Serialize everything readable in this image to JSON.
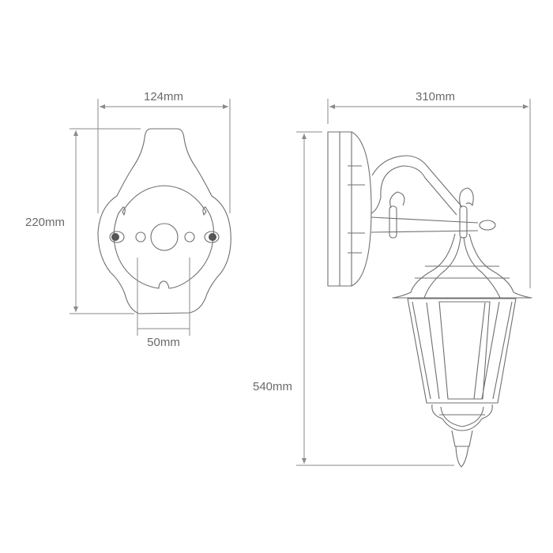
{
  "dimensions": {
    "plate_width": "124mm",
    "plate_height": "220mm",
    "hole_spacing": "50mm",
    "projection": "310mm",
    "total_height": "540mm"
  },
  "colors": {
    "line": "#6f6f6f",
    "dimension": "#8a8a8a",
    "screw": "#555555"
  }
}
